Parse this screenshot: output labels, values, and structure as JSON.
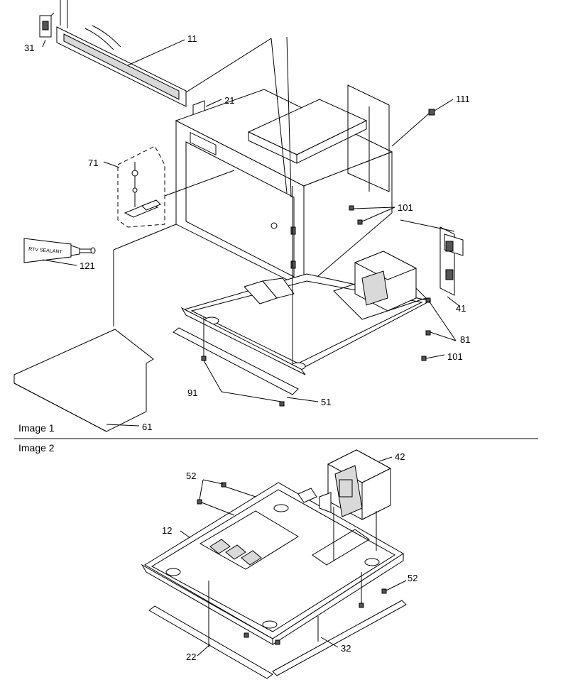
{
  "sections": [
    {
      "title": "Image 1"
    },
    {
      "title": "Image 2"
    }
  ],
  "callouts": {
    "image1": [
      "31",
      "11",
      "21",
      "111",
      "71",
      "101",
      "121",
      "41",
      "81",
      "101",
      "91",
      "51",
      "61"
    ],
    "image2": [
      "42",
      "52",
      "12",
      "52",
      "22",
      "32"
    ]
  },
  "tube_label": "RTV SEALANT"
}
